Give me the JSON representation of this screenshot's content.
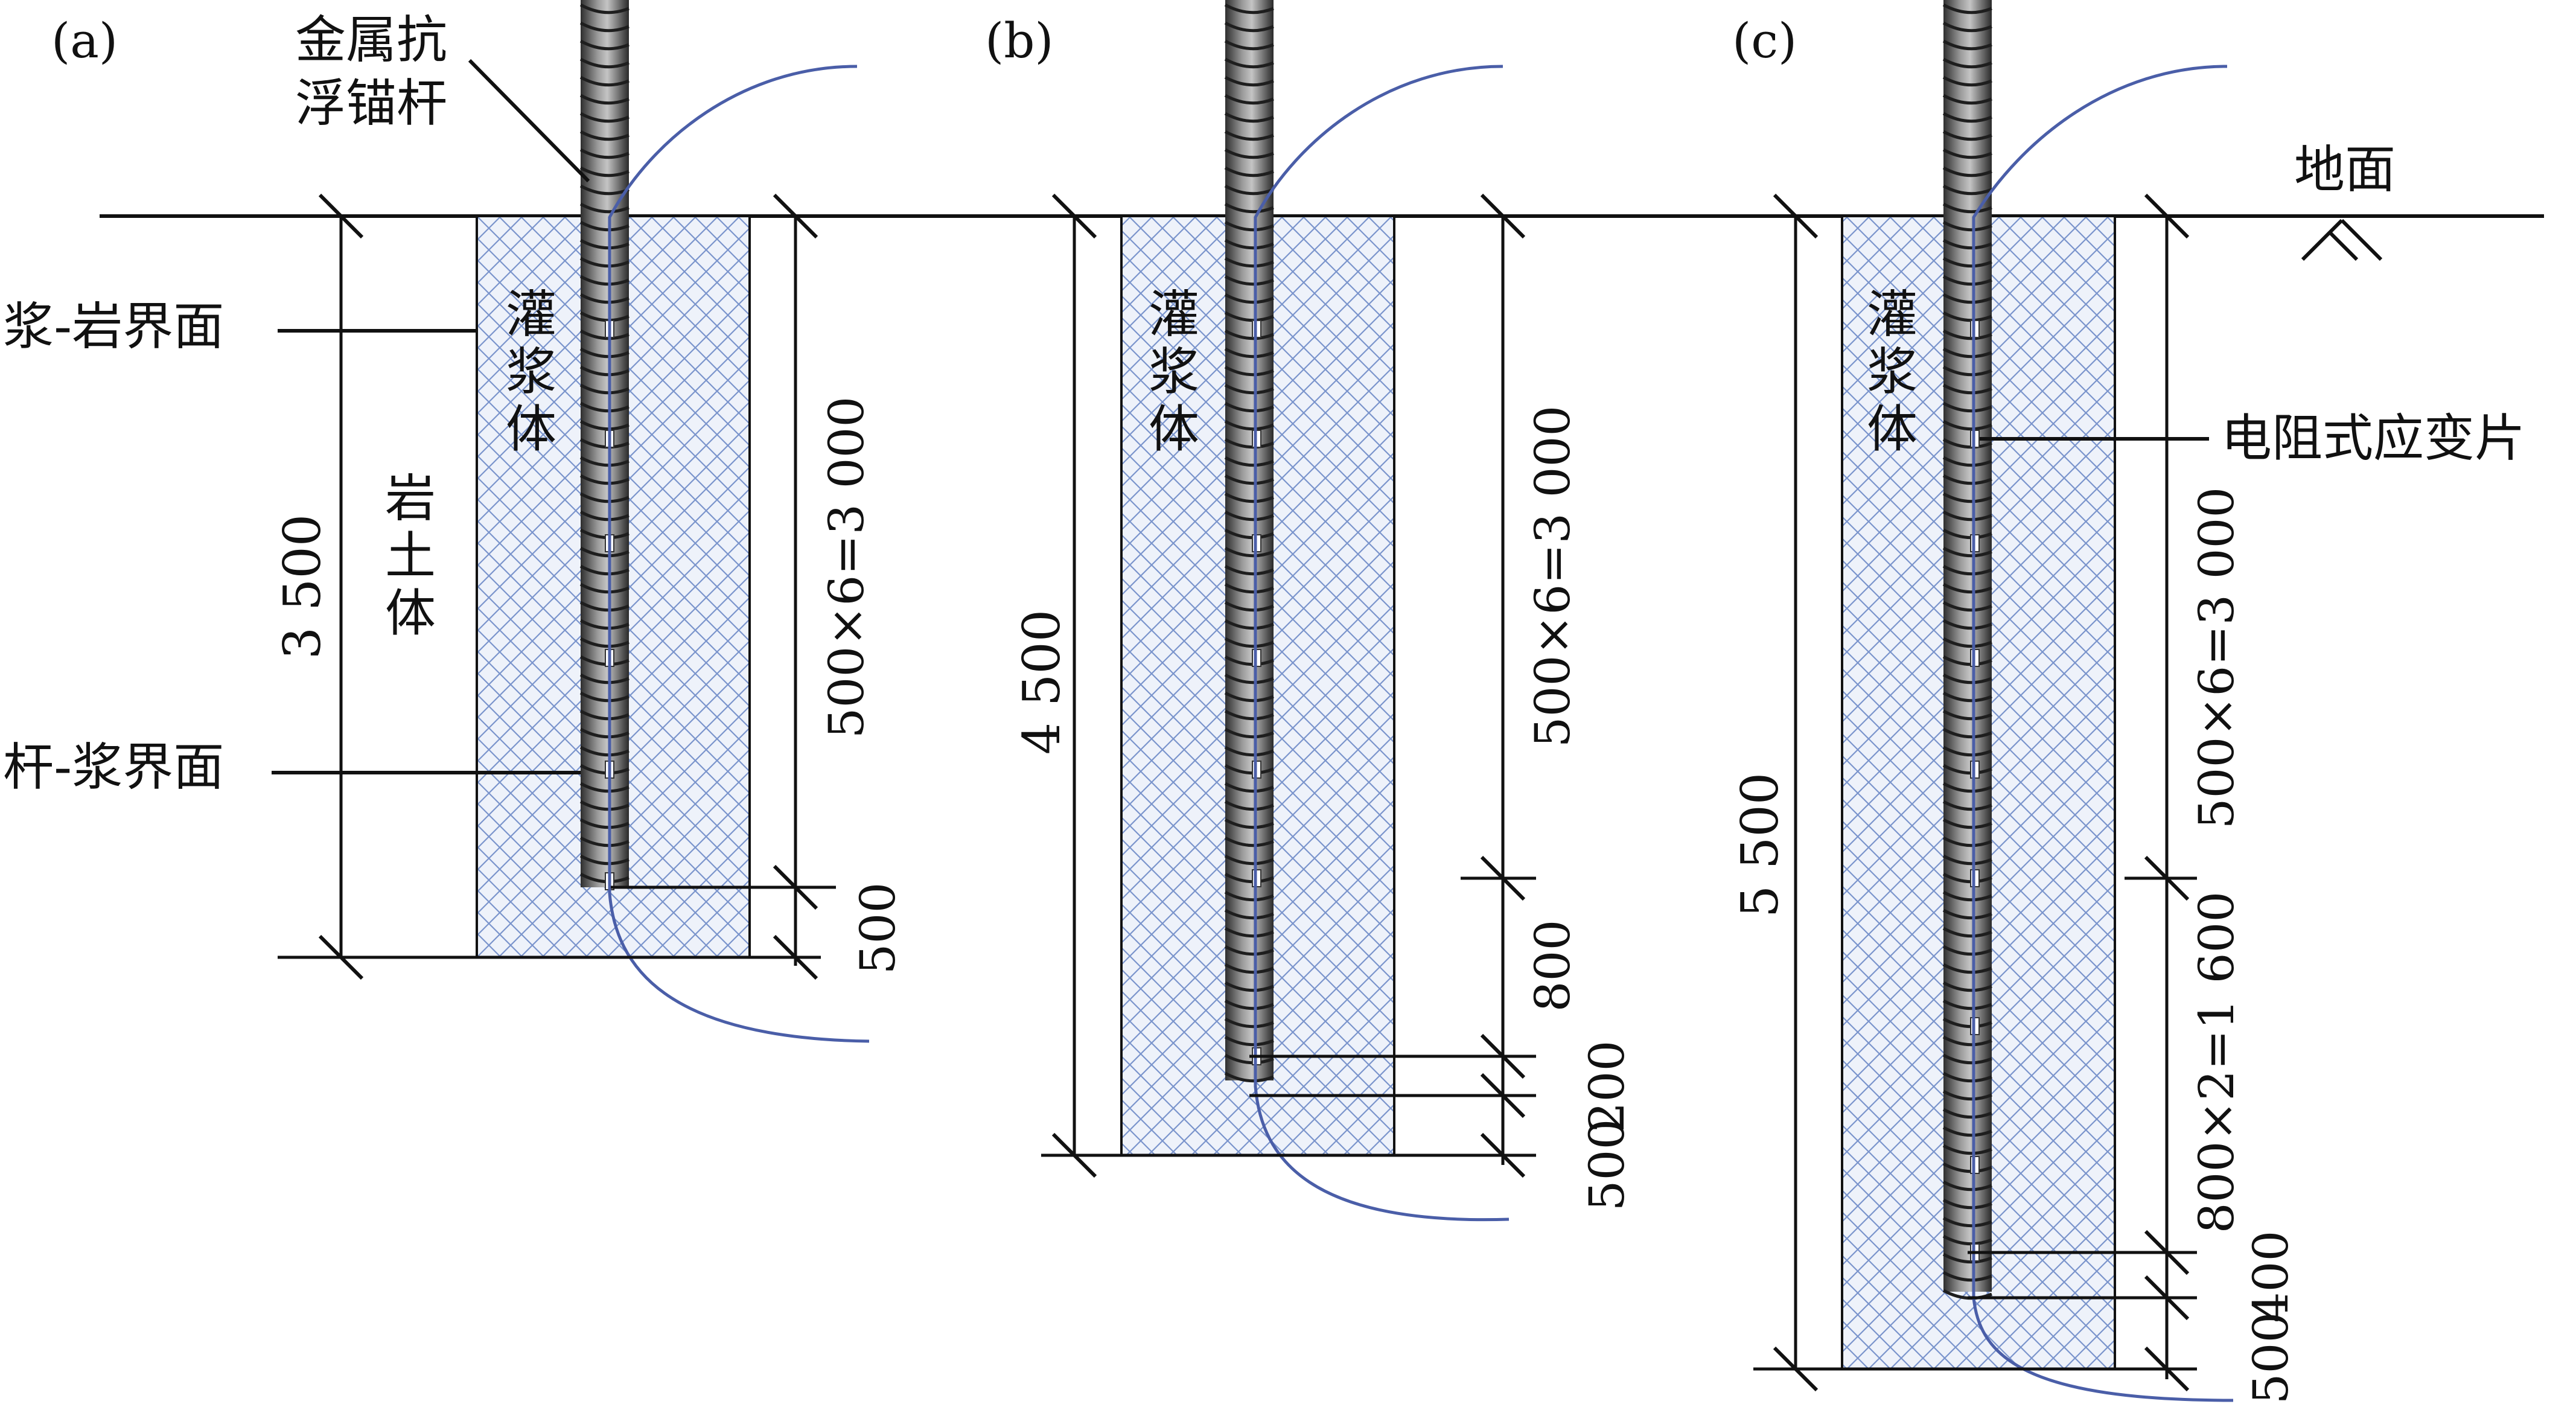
{
  "panels": [
    {
      "label": "(a)",
      "total_dim": "3 500",
      "gauge_dim": "500×6=3 000",
      "bottom_dims": [
        "500"
      ],
      "grout_text": [
        "灌",
        "浆",
        "体"
      ]
    },
    {
      "label": "(b)",
      "total_dim": "4 500",
      "gauge_dim": "500×6=3 000",
      "bottom_dims": [
        "800",
        "200",
        "500"
      ],
      "grout_text": [
        "灌",
        "浆",
        "体"
      ]
    },
    {
      "label": "(c)",
      "total_dim": "5 500",
      "gauge_dim": "500×6=3 000",
      "bottom_dims": [
        "800×2=1 600",
        "400",
        "500"
      ],
      "grout_text": [
        "灌",
        "浆",
        "体"
      ]
    }
  ],
  "annotations": {
    "anchor_line1": "金属抗",
    "anchor_line2": "浮锚杆",
    "ground": "地面",
    "grout_rock_interface": "浆-岩界面",
    "rock_soil": [
      "岩",
      "土",
      "体"
    ],
    "bar_grout_interface": "杆-浆界面",
    "strain_gauge": "电阻式应变片"
  },
  "colors": {
    "line": "#111111",
    "grout_fill": "#e9eef8",
    "grout_hatch": "#6f8cc8",
    "bar_dark": "#3a3a3a",
    "bar_light": "#b8b8b8",
    "wire": "#4a5ea8",
    "gauge": "#ffffff"
  }
}
